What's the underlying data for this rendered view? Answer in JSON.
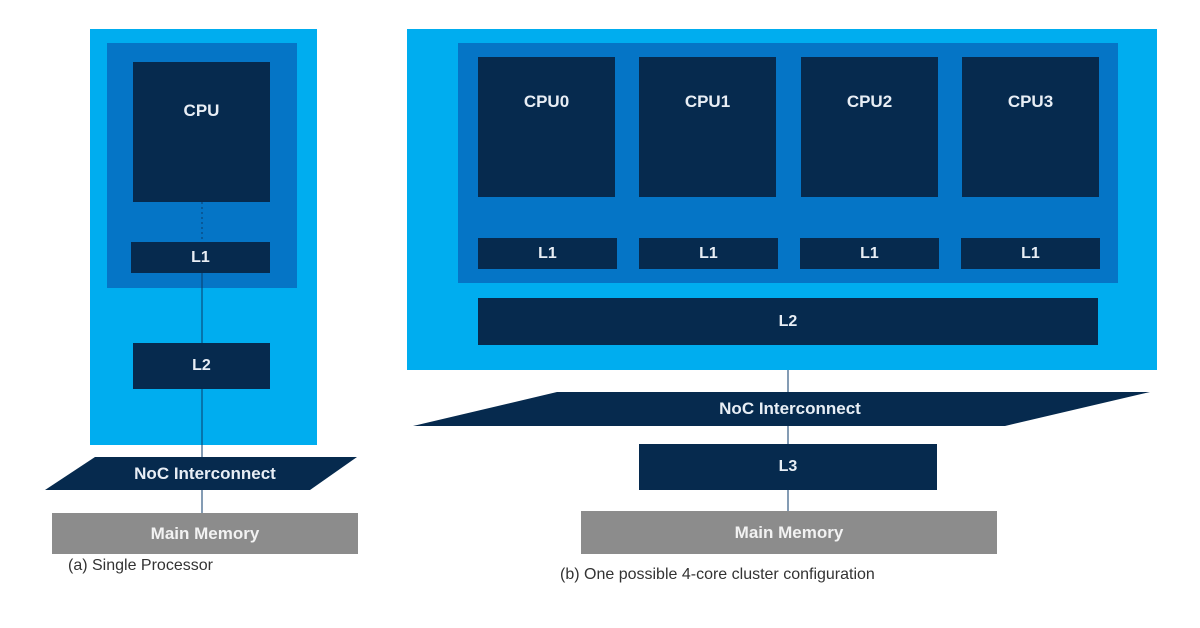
{
  "panel_a": {
    "cpu_label": "CPU",
    "l1_label": "L1",
    "l2_label": "L2",
    "interconnect_label": "NoC Interconnect",
    "memory_label": "Main Memory",
    "caption": "(a) Single Processor"
  },
  "panel_b": {
    "cores": [
      {
        "cpu_label": "CPU0",
        "l1_label": "L1"
      },
      {
        "cpu_label": "CPU1",
        "l1_label": "L1"
      },
      {
        "cpu_label": "CPU2",
        "l1_label": "L1"
      },
      {
        "cpu_label": "CPU3",
        "l1_label": "L1"
      }
    ],
    "l2_label": "L2",
    "interconnect_label": "NoC Interconnect",
    "l3_label": "L3",
    "memory_label": "Main Memory",
    "caption": "(b) One possible 4-core cluster configuration"
  },
  "colors": {
    "cluster_outer": "#00adef",
    "cluster_inner": "#0575c6",
    "block_dark": "#062a4e",
    "memory_gray": "#8c8c8c"
  }
}
